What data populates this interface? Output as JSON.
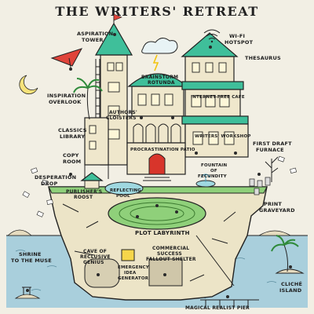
{
  "title": "THE WRITERS' RETREAT",
  "labels": {
    "aspiration_tower_1": "ASPIRATION",
    "aspiration_tower_2": "TOWER",
    "wifi_hotspot_1": "WI-FI",
    "wifi_hotspot_2": "HOTSPOT",
    "thesaurus": "THESAURUS",
    "brainstorm_rotunda_1": "BRAINSTORM",
    "brainstorm_rotunda_2": "ROTUNDA",
    "inspiration_overlook_1": "INSPIRATION",
    "inspiration_overlook_2": "OVERLOOK",
    "authors_cloisters_1": "AUTHORS'",
    "authors_cloisters_2": "CLOISTERS",
    "internet_free_cafe": "INTERNET-FREE CAFE",
    "classics_library_1": "CLASSICS",
    "classics_library_2": "LIBRARY",
    "procrastination_patio": "PROCRASTINATION PATIO",
    "writers_workshop": "WRITERS' WORKSHOP",
    "first_draft_furnace_1": "FIRST DRAFT",
    "first_draft_furnace_2": "FURNACE",
    "copy_room_1": "COPY",
    "copy_room_2": "ROOM",
    "fountain_1": "FOUNTAIN",
    "fountain_2": "OF",
    "fountain_3": "FECUNDITY",
    "desperation_drop_1": "DESPERATION",
    "desperation_drop_2": "DROP",
    "reflecting_pool_1": "REFLECTING",
    "reflecting_pool_2": "POOL",
    "publishers_roost_1": "PUBLISHER'S",
    "publishers_roost_2": "ROOST",
    "print_graveyard_1": "PRINT",
    "print_graveyard_2": "GRAVEYARD",
    "plot_labyrinth": "PLOT LABYRINTH",
    "shrine_1": "SHRINE",
    "shrine_2": "TO THE MUSE",
    "cave_1": "CAVE OF",
    "cave_2": "RECLUSIVE",
    "cave_3": "GENIUS",
    "fallout_1": "COMMERCIAL",
    "fallout_2": "SUCCESS",
    "fallout_3": "FALLOUT SHELTER",
    "idea_gen_1": "EMERGENCY",
    "idea_gen_2": "IDEA",
    "idea_gen_3": "GENERATOR",
    "cliche_island_1": "CLICHÉ",
    "cliche_island_2": "ISLAND",
    "magical_realist_pier": "MAGICAL REALIST PIER"
  },
  "colors": {
    "paper": "#f2efe4",
    "roof_green": "#3fbf9a",
    "kite_red": "#e0443a",
    "door_red": "#d8352b",
    "sea_blue": "#9fc6d6",
    "rock": "#e9e2c8",
    "lawn": "#7fcf6a"
  }
}
